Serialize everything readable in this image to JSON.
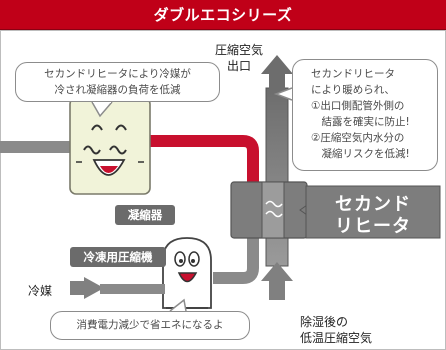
{
  "header": {
    "title": "ダブルエコシリーズ"
  },
  "bubbles": {
    "condenser_note": {
      "line1": "セカンドリヒータにより冷媒が",
      "line2": "冷され凝縮器の負荷を低減"
    },
    "reheater_note": {
      "line1": "セカンドリヒータ",
      "line2": "により暖められ、",
      "line3": "①出口側配管外側の",
      "line4": "　結露を確実に防止!",
      "line5": "②圧縮空気内水分の",
      "line6": "　凝縮リスクを低減!"
    },
    "energy_note": "消費電力減少で省エネになるよ"
  },
  "labels": {
    "condenser": "凝縮器",
    "compressor": "冷凍用圧縮機",
    "second_reheater": {
      "line1": "セカンド",
      "line2": "リヒータ"
    },
    "air_outlet": {
      "line1": "圧縮空気",
      "line2": "出口"
    },
    "refrigerant": "冷媒",
    "air_inlet": {
      "line1": "除湿後の",
      "line2": "低温圧縮空気"
    }
  },
  "colors": {
    "header": "#c00018",
    "red_pipe": "#c8102e",
    "gray_pipe": "#8a8a8a",
    "label_bg": "#6b6b6b",
    "condenser_face": "#f1f3d9",
    "reheater_body": "#7d7d7d",
    "bubble_border": "#8c8c8c"
  }
}
